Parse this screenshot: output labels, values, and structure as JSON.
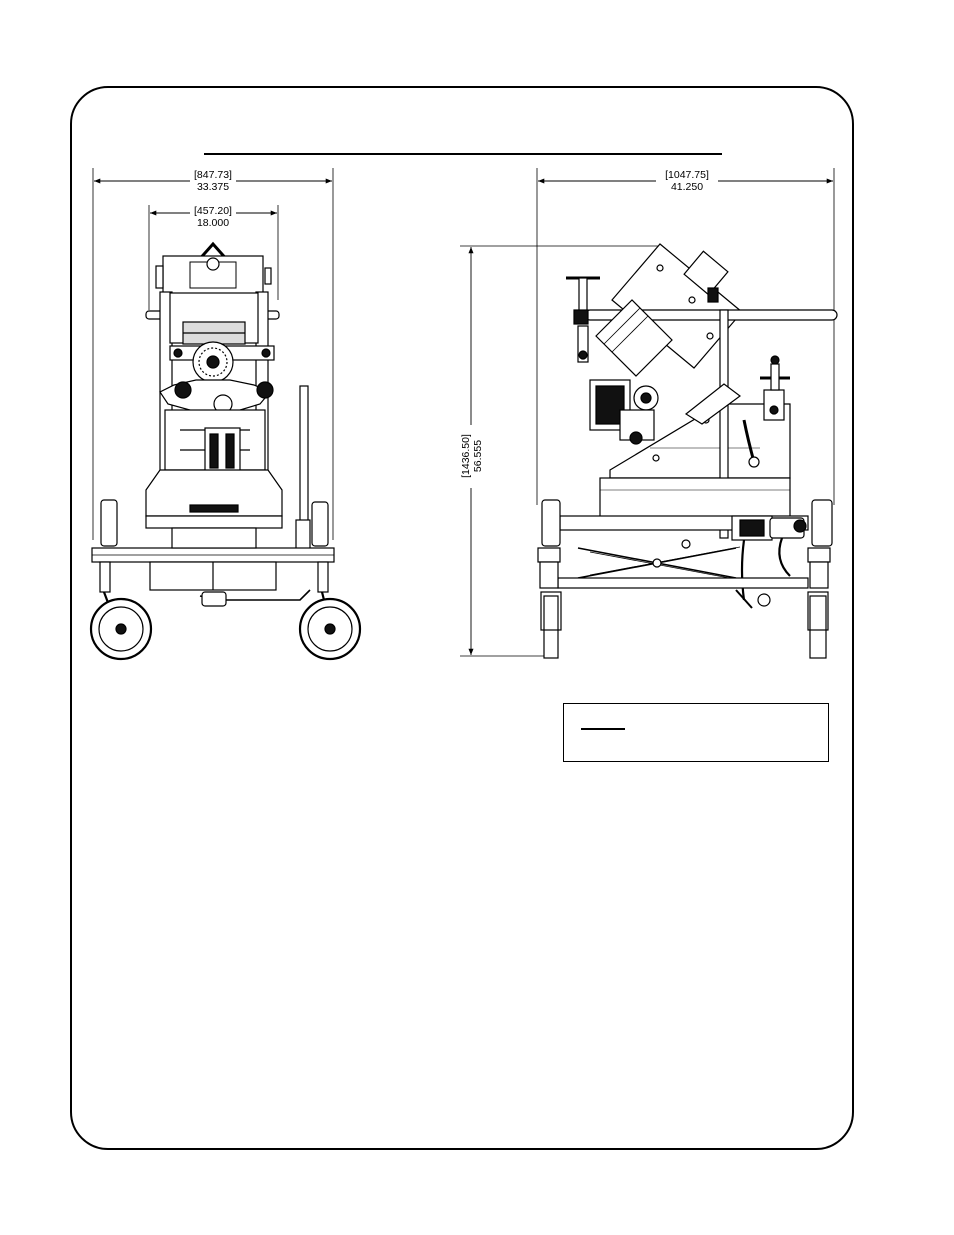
{
  "front_view": {
    "overall_width": {
      "mm": "[847.73]",
      "in": "33.375"
    },
    "inner_width": {
      "mm": "[457.20]",
      "in": "18.000"
    }
  },
  "side_view": {
    "overall_length": {
      "mm": "[1047.75]",
      "in": "41.250"
    },
    "overall_height": {
      "mm": "[1436.50]",
      "in": "56.555"
    }
  },
  "colors": {
    "line": "#000000",
    "fill": "#ffffff",
    "dark": "#111111"
  }
}
